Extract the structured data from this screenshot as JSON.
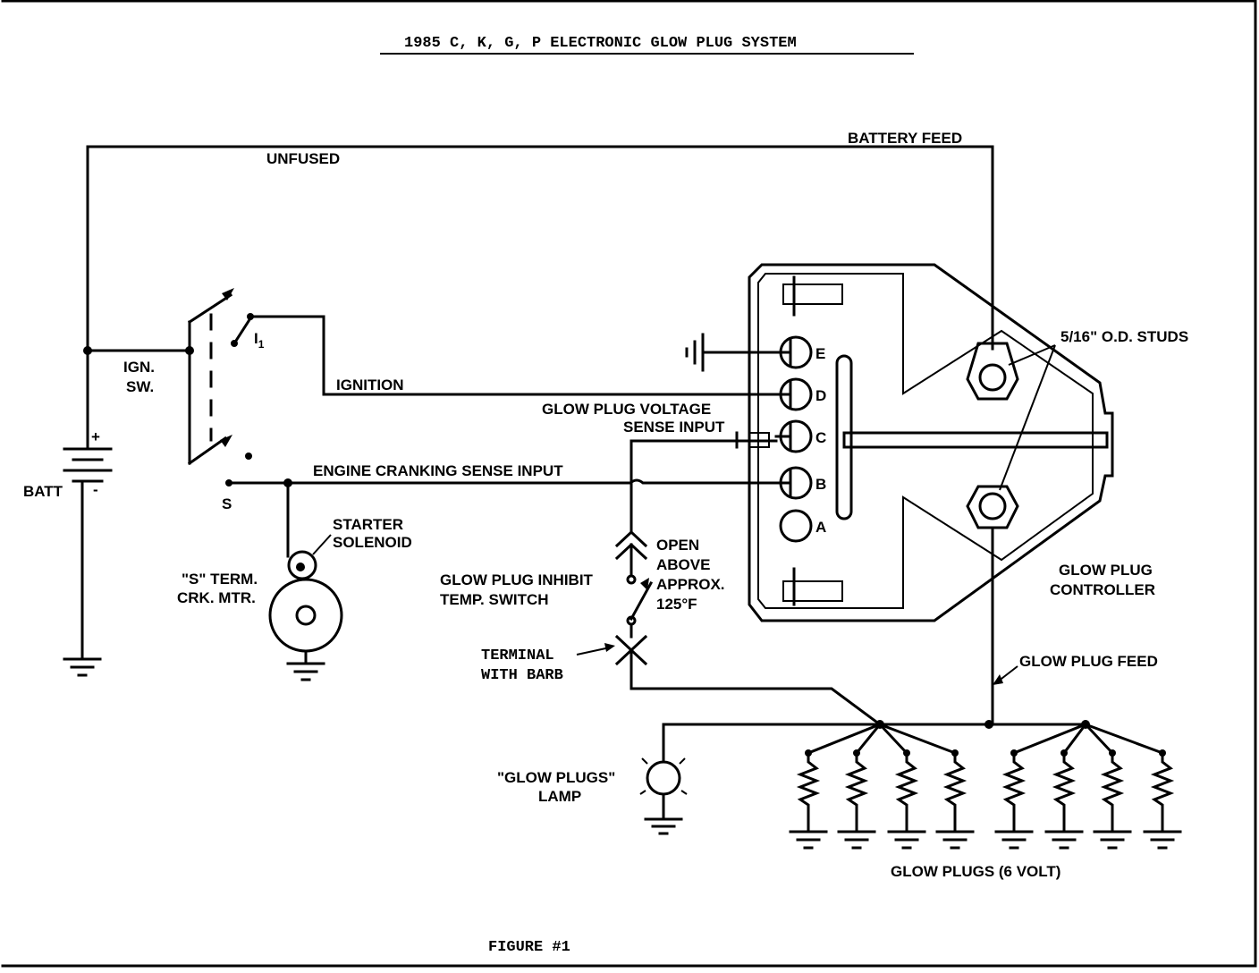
{
  "title": "1985 C, K, G, P  ELECTRONIC GLOW PLUG SYSTEM",
  "figure": "FIGURE #1",
  "labels": {
    "battery_feed": "BATTERY FEED",
    "unfused": "UNFUSED",
    "ign": "IGN.",
    "sw": "SW.",
    "i1": "I",
    "i1_sub": "1",
    "ignition": "IGNITION",
    "batt": "BATT",
    "plus": "+",
    "minus": "-",
    "s": "S",
    "engine_cranking": "ENGINE CRANKING SENSE INPUT",
    "gp_voltage_1": "GLOW PLUG VOLTAGE",
    "gp_voltage_2": "SENSE INPUT",
    "starter_1": "STARTER",
    "starter_2": "SOLENOID",
    "s_term_1": "\"S\" TERM.",
    "s_term_2": "CRK. MTR.",
    "inhibit_1": "GLOW PLUG INHIBIT",
    "inhibit_2": "TEMP. SWITCH",
    "open_1": "OPEN",
    "open_2": "ABOVE",
    "open_3": "APPROX.",
    "open_4": "125°F",
    "terminal_1": "TERMINAL",
    "terminal_2": "WITH BARB",
    "lamp_1": "\"GLOW PLUGS\"",
    "lamp_2": "LAMP",
    "studs": "5/16\" O.D. STUDS",
    "controller_1": "GLOW PLUG",
    "controller_2": "CONTROLLER",
    "gp_feed": "GLOW PLUG FEED",
    "glow_plugs": "GLOW PLUGS (6 VOLT)"
  },
  "terminals": [
    "E",
    "D",
    "C",
    "B",
    "A"
  ]
}
